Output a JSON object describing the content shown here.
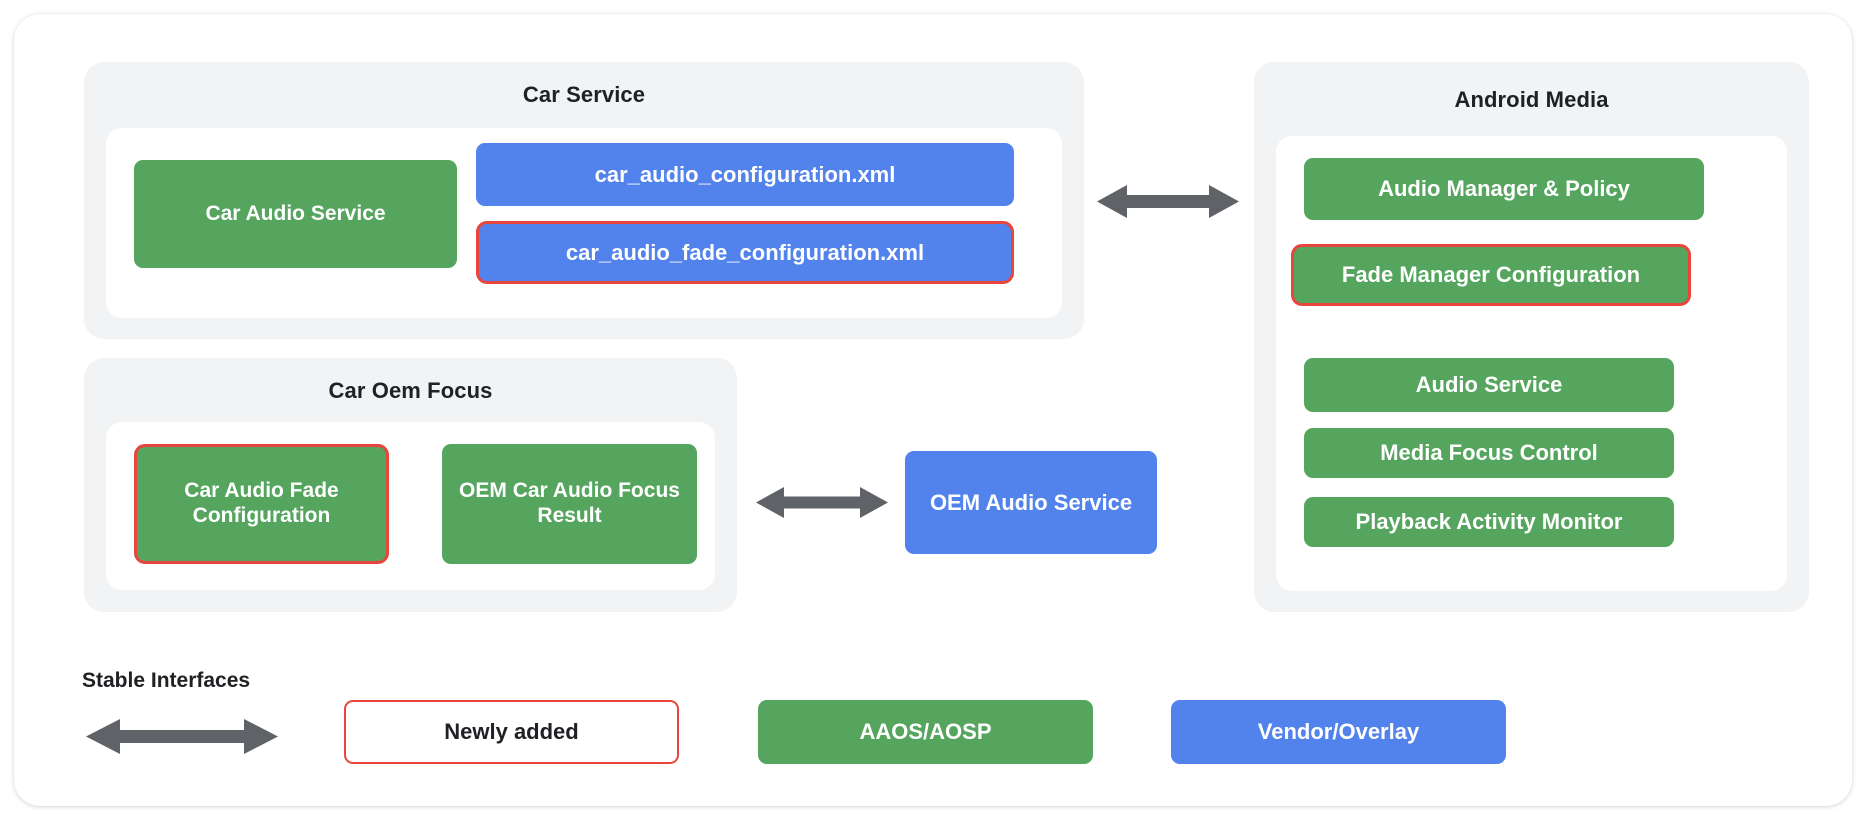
{
  "diagram": {
    "groups": [
      {
        "id": "car-service",
        "title": "Car Service",
        "nodes": [
          {
            "label": "Car Audio Service",
            "style": "green"
          },
          {
            "label": "car_audio_configuration.xml",
            "style": "blue"
          },
          {
            "label": "car_audio_fade_configuration.xml",
            "style": "blue-outlined"
          }
        ]
      },
      {
        "id": "car-oem-focus",
        "title": "Car Oem Focus",
        "nodes": [
          {
            "label": "Car Audio Fade Configuration",
            "style": "green-outlined"
          },
          {
            "label": "OEM Car Audio Focus Result",
            "style": "green"
          }
        ]
      },
      {
        "id": "android-media",
        "title": "Android Media",
        "nodes": [
          {
            "label": "Audio Manager & Policy",
            "style": "green"
          },
          {
            "label": "Fade Manager Configuration",
            "style": "green-outlined"
          },
          {
            "label": "Audio Service",
            "style": "green"
          },
          {
            "label": "Media Focus Control",
            "style": "green"
          },
          {
            "label": "Playback Activity Monitor",
            "style": "green"
          }
        ]
      }
    ],
    "standalone": {
      "oem_audio_service": "OEM Audio Service"
    },
    "connectors": [
      {
        "id": "car-service-to-android-media",
        "kind": "double-arrow"
      },
      {
        "id": "car-oem-focus-to-oem-audio-service",
        "kind": "double-arrow"
      }
    ]
  },
  "legend": {
    "title": "Stable Interfaces",
    "arrow_name": "double-arrow",
    "items": [
      {
        "label": "Newly added",
        "style": "white-outlined"
      },
      {
        "label": "AAOS/AOSP",
        "style": "green"
      },
      {
        "label": "Vendor/Overlay",
        "style": "blue"
      }
    ]
  },
  "colors": {
    "green": "#55a55e",
    "blue": "#5282ec",
    "outline_red": "#e8453c",
    "arrow_gray": "#5f6368",
    "panel_gray": "#f1f3f4",
    "text_dark": "#202124",
    "card_white": "#ffffff"
  }
}
